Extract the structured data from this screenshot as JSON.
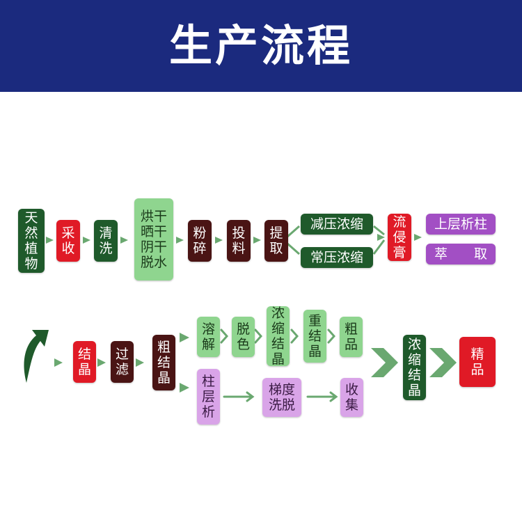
{
  "header": {
    "title": "生产流程",
    "background": "#1b2a7e"
  },
  "row1": {
    "steps": [
      "天\n然\n植\n物",
      "采\n收",
      "清\n洗",
      "烘干\n晒干\n阴干\n脱水",
      "粉\n碎",
      "投\n料",
      "提\n取"
    ],
    "branch_top": "减压浓缩",
    "branch_bottom": "常压浓缩",
    "merge": "流\n侵\n膏",
    "out_top": "上层析柱",
    "out_bottom": "萃　　取"
  },
  "row2": {
    "steps": [
      "结\n晶",
      "过\n滤",
      "粗\n结\n晶"
    ],
    "upper": [
      "溶\n解",
      "脱\n色",
      "浓\n缩\n结\n晶",
      "重\n结\n晶",
      "粗\n品"
    ],
    "lower": [
      "柱\n层\n析",
      "梯度\n洗脱",
      "收\n集"
    ],
    "final_step": "浓\n缩\n结\n晶",
    "product": "精\n品"
  },
  "colors": {
    "dark_green": "#1f5a2b",
    "red": "#e01a26",
    "light_green": "#8fd58f",
    "maroon": "#4a1414",
    "purple": "#a24fc4",
    "light_purple": "#d9a4e8",
    "arrow": "#6aa870"
  }
}
